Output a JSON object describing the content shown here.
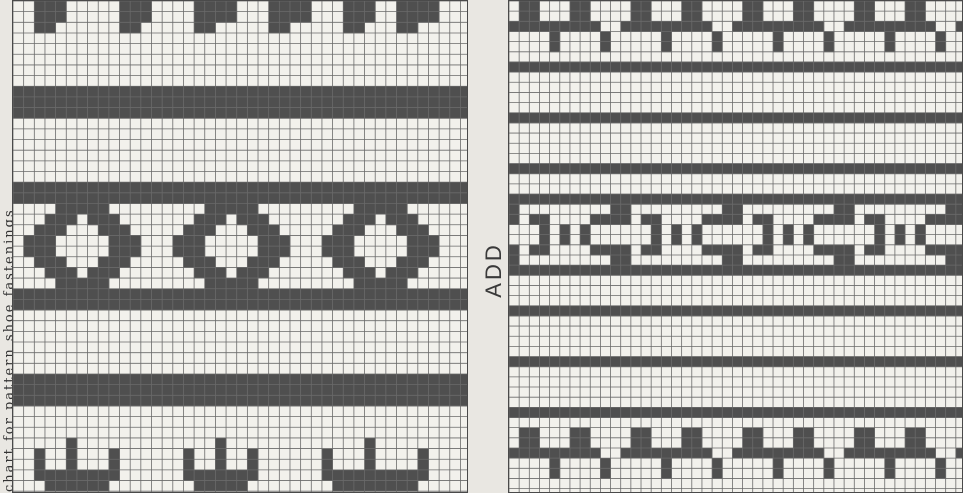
{
  "side_caption": "chart for pattern shoe fastenings",
  "add_label": "ADD",
  "colors": {
    "paper": "#f2f1ec",
    "grid_line": "#6a6a6a",
    "fill": "#4f4f4f",
    "text": "#333333"
  },
  "charts": [
    {
      "name": "left-pattern-chart",
      "cell": 10.7,
      "bands": [
        {
          "type": "motif-top"
        },
        {
          "type": "stripe",
          "rows": [
            8,
            9,
            10
          ]
        },
        {
          "type": "arrow-band",
          "rows": [
            17,
            18,
            19,
            20,
            21,
            22,
            23,
            24,
            25,
            26,
            27,
            28
          ]
        },
        {
          "type": "stripe",
          "rows": [
            35,
            36,
            37
          ]
        },
        {
          "type": "motif-bottom"
        }
      ]
    },
    {
      "name": "right-pattern-chart",
      "cell": 10.2,
      "bands": [
        {
          "type": "greek-top"
        },
        {
          "type": "stripe",
          "rows": [
            6
          ]
        },
        {
          "type": "stripe",
          "rows": [
            11
          ]
        },
        {
          "type": "stripe",
          "rows": [
            16
          ]
        },
        {
          "type": "key-band",
          "rows": [
            19,
            20,
            21,
            22,
            23,
            24,
            25,
            26
          ]
        },
        {
          "type": "stripe",
          "rows": [
            30
          ]
        },
        {
          "type": "stripe",
          "rows": [
            35
          ]
        },
        {
          "type": "stripe",
          "rows": [
            40
          ]
        },
        {
          "type": "greek-bottom"
        }
      ]
    }
  ]
}
